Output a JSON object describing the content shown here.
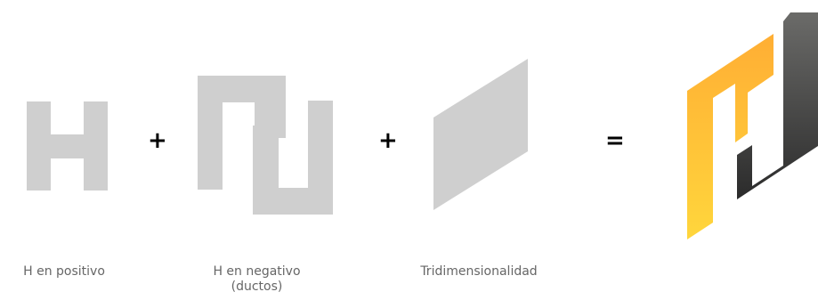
{
  "colors": {
    "gray_shape": "#cfcfcf",
    "operator": "#000000",
    "caption_text": "#666666",
    "logo_yellow_top": "#ffae34",
    "logo_yellow_bottom": "#ffd63c",
    "logo_dark_top": "#6b6b69",
    "logo_dark_bottom": "#2b2b2b"
  },
  "operators": {
    "plus_1": "+",
    "plus_2": "+",
    "equals": "="
  },
  "captions": {
    "h_positive": "H en positivo",
    "h_negative_line1": "H en negativo",
    "h_negative_line2": "(ductos)",
    "three_d": "Tridimensionalidad"
  }
}
